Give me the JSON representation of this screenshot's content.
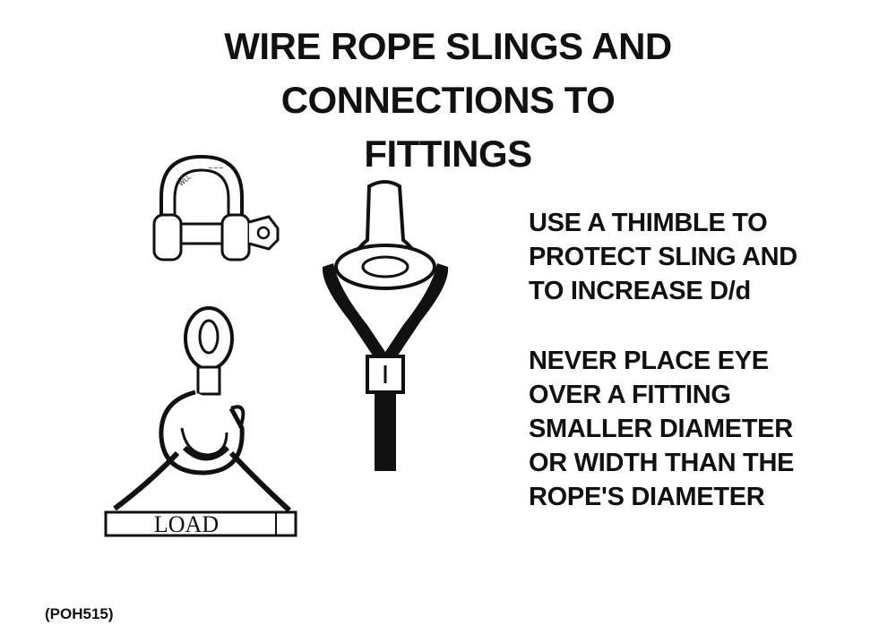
{
  "title": {
    "line1": "WIRE ROPE SLINGS AND",
    "line2": "CONNECTIONS TO",
    "line3": "FITTINGS"
  },
  "instructions": {
    "block1": [
      "USE A THIMBLE TO",
      "PROTECT SLING AND",
      "TO INCREASE D/d"
    ],
    "block2": [
      "NEVER PLACE EYE",
      "OVER A FITTING",
      "SMALLER DIAMETER",
      "OR WIDTH THAN THE",
      "ROPE'S DIAMETER"
    ]
  },
  "illustrations": {
    "shackle": {
      "icon": "shackle-icon"
    },
    "hook": {
      "icon": "hook-icon",
      "load_label": "LOAD"
    },
    "thimble": {
      "icon": "thimble-eye-icon"
    }
  },
  "figure_code": "(POH515)"
}
